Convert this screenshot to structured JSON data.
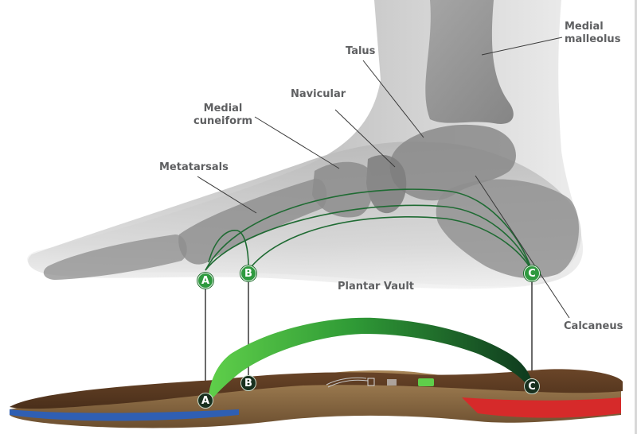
{
  "diagram": {
    "title": "Foot arch anatomy and supporting insole",
    "labels": {
      "medial_malleolus": [
        "Medial",
        "malleolus"
      ],
      "talus": "Talus",
      "navicular": "Navicular",
      "medial_cuneiform": [
        "Medial",
        "cuneiform"
      ],
      "metatarsals": "Metatarsals",
      "plantar_vault": "Plantar Vault",
      "calcaneus": "Calcaneus"
    },
    "arch_points": {
      "upper": [
        "A",
        "B",
        "C"
      ],
      "lower": [
        "A",
        "B",
        "C"
      ]
    },
    "colors": {
      "label_text": "#5e5f61",
      "leader_line": "#3a3a3a",
      "arch_line": "#1f6b33",
      "marker_upper": "#2f9a3f",
      "marker_lower": "#18301e",
      "insole_top": "#5a3a22",
      "insole_base": "#8b6a45",
      "arch_support": "#3fae3f",
      "forefoot_layer": "#2f5fb3",
      "heel_layer": "#d62a2a"
    }
  }
}
